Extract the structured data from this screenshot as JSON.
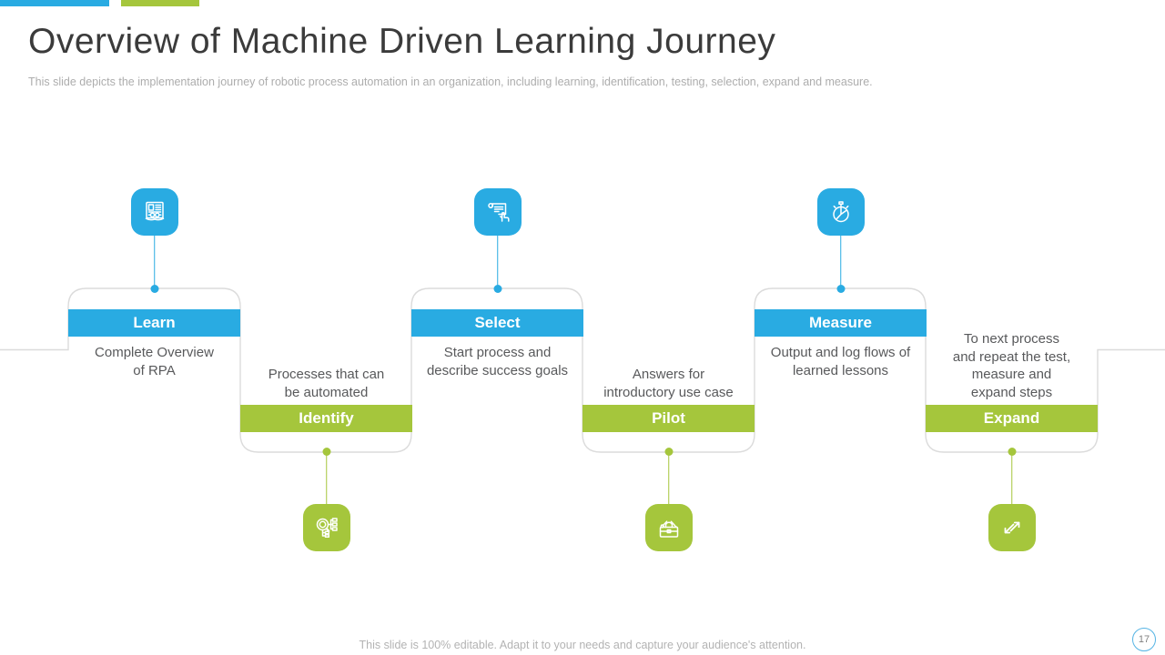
{
  "slide": {
    "title": "Overview of Machine Driven Learning Journey",
    "subtitle": "This slide depicts the implementation journey of robotic process automation in an organization, including learning, identification, testing, selection, expand and measure.",
    "footer": "This slide is 100% editable. Adapt it to your needs and capture your audience's attention.",
    "page_number": "17"
  },
  "colors": {
    "accent_blue": "#29ABE2",
    "accent_green": "#A5C63C",
    "title_text": "#3B3B3B",
    "body_text": "#58595B",
    "muted_text": "#ADADAD",
    "outline_gray": "#DBDBDB"
  },
  "steps": [
    {
      "title": "Learn",
      "description": "Complete Overview of RPA",
      "position": "top",
      "color": "blue",
      "icon": "book-icon"
    },
    {
      "title": "Identify",
      "description": "Processes that can be automated",
      "position": "bottom",
      "color": "green",
      "icon": "process-search-icon"
    },
    {
      "title": "Select",
      "description": "Start process and describe success goals",
      "position": "top",
      "color": "blue",
      "icon": "scroll-hand-icon"
    },
    {
      "title": "Pilot",
      "description": "Answers for introductory use case",
      "position": "bottom",
      "color": "green",
      "icon": "toolbox-icon"
    },
    {
      "title": "Measure",
      "description": "Output and log flows of learned lessons",
      "position": "top",
      "color": "blue",
      "icon": "stopwatch-icon"
    },
    {
      "title": "Expand",
      "description": "To next process and repeat the test, measure and expand steps",
      "position": "bottom",
      "color": "green",
      "icon": "expand-arrows-icon"
    }
  ]
}
